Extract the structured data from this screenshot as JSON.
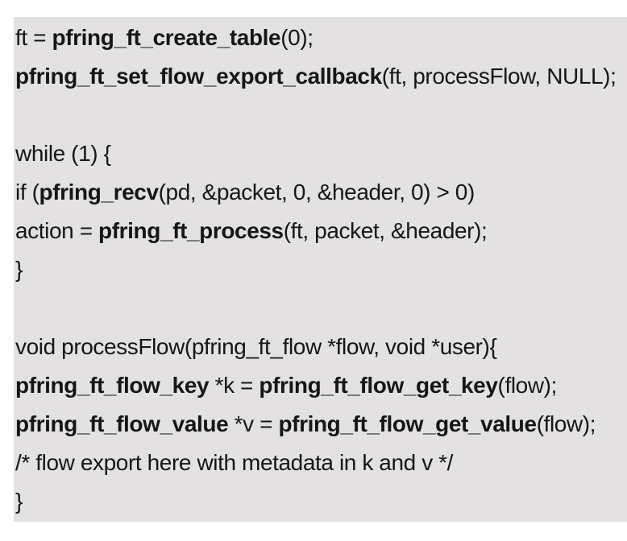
{
  "page": {
    "background_color": "#ffffff"
  },
  "code_block": {
    "background_color": "#e3e1e1",
    "text_color": "#161616",
    "lines": [
      [
        {
          "t": "ft = ",
          "b": false
        },
        {
          "t": "pfring_ft_create_table",
          "b": true
        },
        {
          "t": "(0);",
          "b": false
        }
      ],
      [
        {
          "t": "pfring_ft_set_flow_export_callback",
          "b": true
        },
        {
          "t": "(ft, processFlow, NULL);",
          "b": false
        }
      ],
      [],
      [
        {
          "t": "while (1) {",
          "b": false
        }
      ],
      [
        {
          "t": "if (",
          "b": false
        },
        {
          "t": "pfring_recv",
          "b": true
        },
        {
          "t": "(pd, &packet, 0, &header, 0) > 0)",
          "b": false
        }
      ],
      [
        {
          "t": "action = ",
          "b": false
        },
        {
          "t": "pfring_ft_process",
          "b": true
        },
        {
          "t": "(ft, packet, &header);",
          "b": false
        }
      ],
      [
        {
          "t": "}",
          "b": false
        }
      ],
      [],
      [
        {
          "t": "void processFlow(pfring_ft_flow *flow, void *user){",
          "b": false
        }
      ],
      [
        {
          "t": "pfring_ft_flow_key",
          "b": true
        },
        {
          "t": " *k = ",
          "b": false
        },
        {
          "t": "pfring_ft_flow_get_key",
          "b": true
        },
        {
          "t": "(flow);",
          "b": false
        }
      ],
      [
        {
          "t": "pfring_ft_flow_value",
          "b": true
        },
        {
          "t": " *v = ",
          "b": false
        },
        {
          "t": "pfring_ft_flow_get_value",
          "b": true
        },
        {
          "t": "(flow);",
          "b": false
        }
      ],
      [
        {
          "t": "/* flow export here with metadata in k and v */",
          "b": false
        }
      ],
      [
        {
          "t": "}",
          "b": false
        }
      ]
    ]
  }
}
